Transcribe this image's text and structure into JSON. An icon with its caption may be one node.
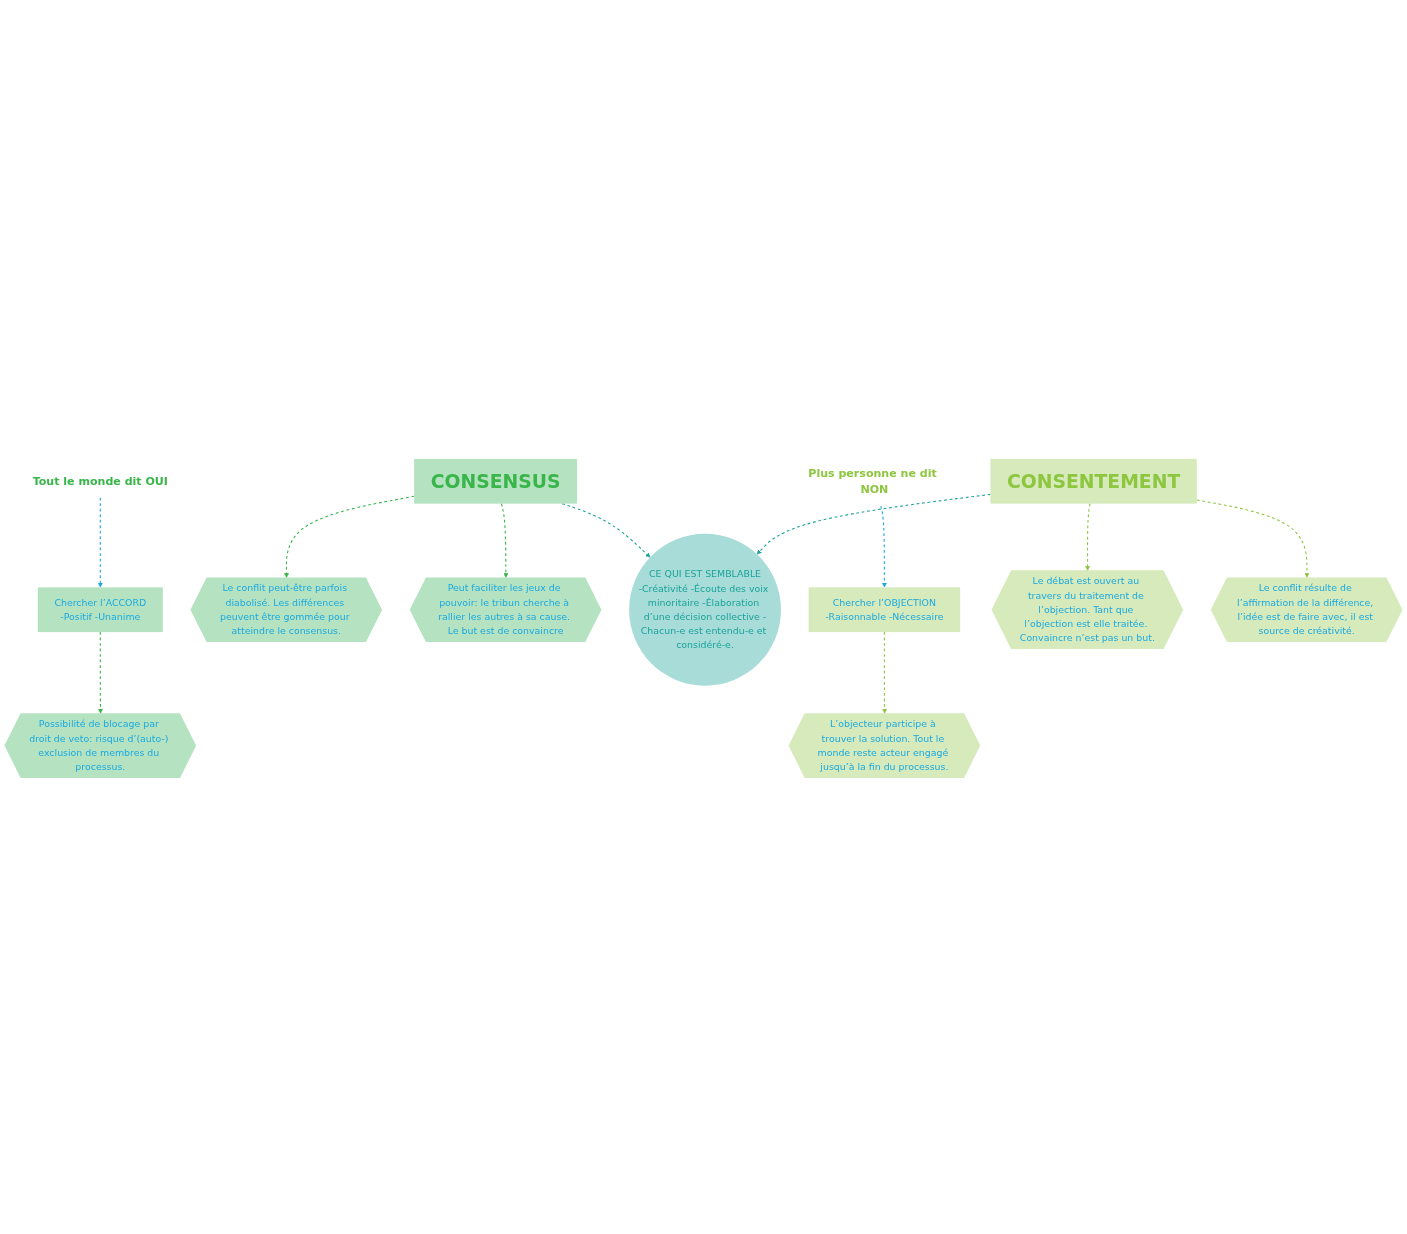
{
  "diagram": {
    "nodes": [
      {
        "text": [
          "CONSENSUS"
        ]
      },
      {
        "text": [
          "Tout le monde dit OUI"
        ]
      },
      {
        "text": [
          "Chercher l’ACCORD",
          "-Positif -Unanime"
        ]
      },
      {
        "text": [
          "Le conflit peut-être parfois diabolisé. Les différences peuvent être gommée pour atteindre le consensus."
        ]
      },
      {
        "text": [
          "Peut faciliter les jeux de pouvoir: le tribun cherche à rallier les autres à sa cause. Le but est de convaincre"
        ]
      },
      {
        "text": [
          "Possibilité de blocage par droit de veto: risque d’(auto-) exclusion de membres du processus."
        ]
      },
      {
        "text": [
          "CE QUI EST SEMBLABLE",
          "-Créativité -Écoute des voix minoritaire -Élaboration d’une décision collective -Chacun-e est entendu-e et considéré-e."
        ]
      },
      {
        "text": [
          "CONSENTEMENT"
        ]
      },
      {
        "text": [
          "Plus personne ne dit NON"
        ]
      },
      {
        "text": [
          "Chercher l’OBJECTION",
          "-Raisonnable -Nécessaire"
        ]
      },
      {
        "text": [
          "Le débat est ouvert au travers du traitement de l’objection. Tant que l’objection est elle traitée. Convaincre n’est pas un but."
        ]
      },
      {
        "text": [
          "Le conflit résulte de l’affirmation de la différence, l’idée est de faire avec, il est source de créativité."
        ]
      },
      {
        "text": [
          "L’objecteur participe à trouver la solution. Tout le monde reste acteur engagé jusqu’à la fin du processus."
        ]
      }
    ],
    "edges": [
      {
        "from": 0,
        "to": 3,
        "arrow": "to",
        "style": "dashed",
        "color": "#39b54a"
      },
      {
        "from": 0,
        "to": 4,
        "arrow": "to",
        "style": "dashed",
        "color": "#39b54a"
      },
      {
        "from": 0,
        "to": 6,
        "arrow": "to",
        "style": "dashed",
        "color": "#1aa39a"
      },
      {
        "from": 1,
        "to": 2,
        "arrow": "to",
        "style": "dashed",
        "color": "#1ba9e0"
      },
      {
        "from": 2,
        "to": 5,
        "arrow": "to",
        "style": "dashed",
        "color": "#39b54a"
      },
      {
        "from": 7,
        "to": 6,
        "arrow": "to",
        "style": "dashed",
        "color": "#1aa39a"
      },
      {
        "from": 7,
        "to": 10,
        "arrow": "to",
        "style": "dashed",
        "color": "#8dc63f"
      },
      {
        "from": 7,
        "to": 11,
        "arrow": "to",
        "style": "dashed",
        "color": "#8dc63f"
      },
      {
        "from": 8,
        "to": 9,
        "arrow": "to",
        "style": "dashed",
        "color": "#1ba9e0"
      },
      {
        "from": 9,
        "to": 12,
        "arrow": "to",
        "style": "dashed",
        "color": "#8dc63f"
      }
    ]
  }
}
